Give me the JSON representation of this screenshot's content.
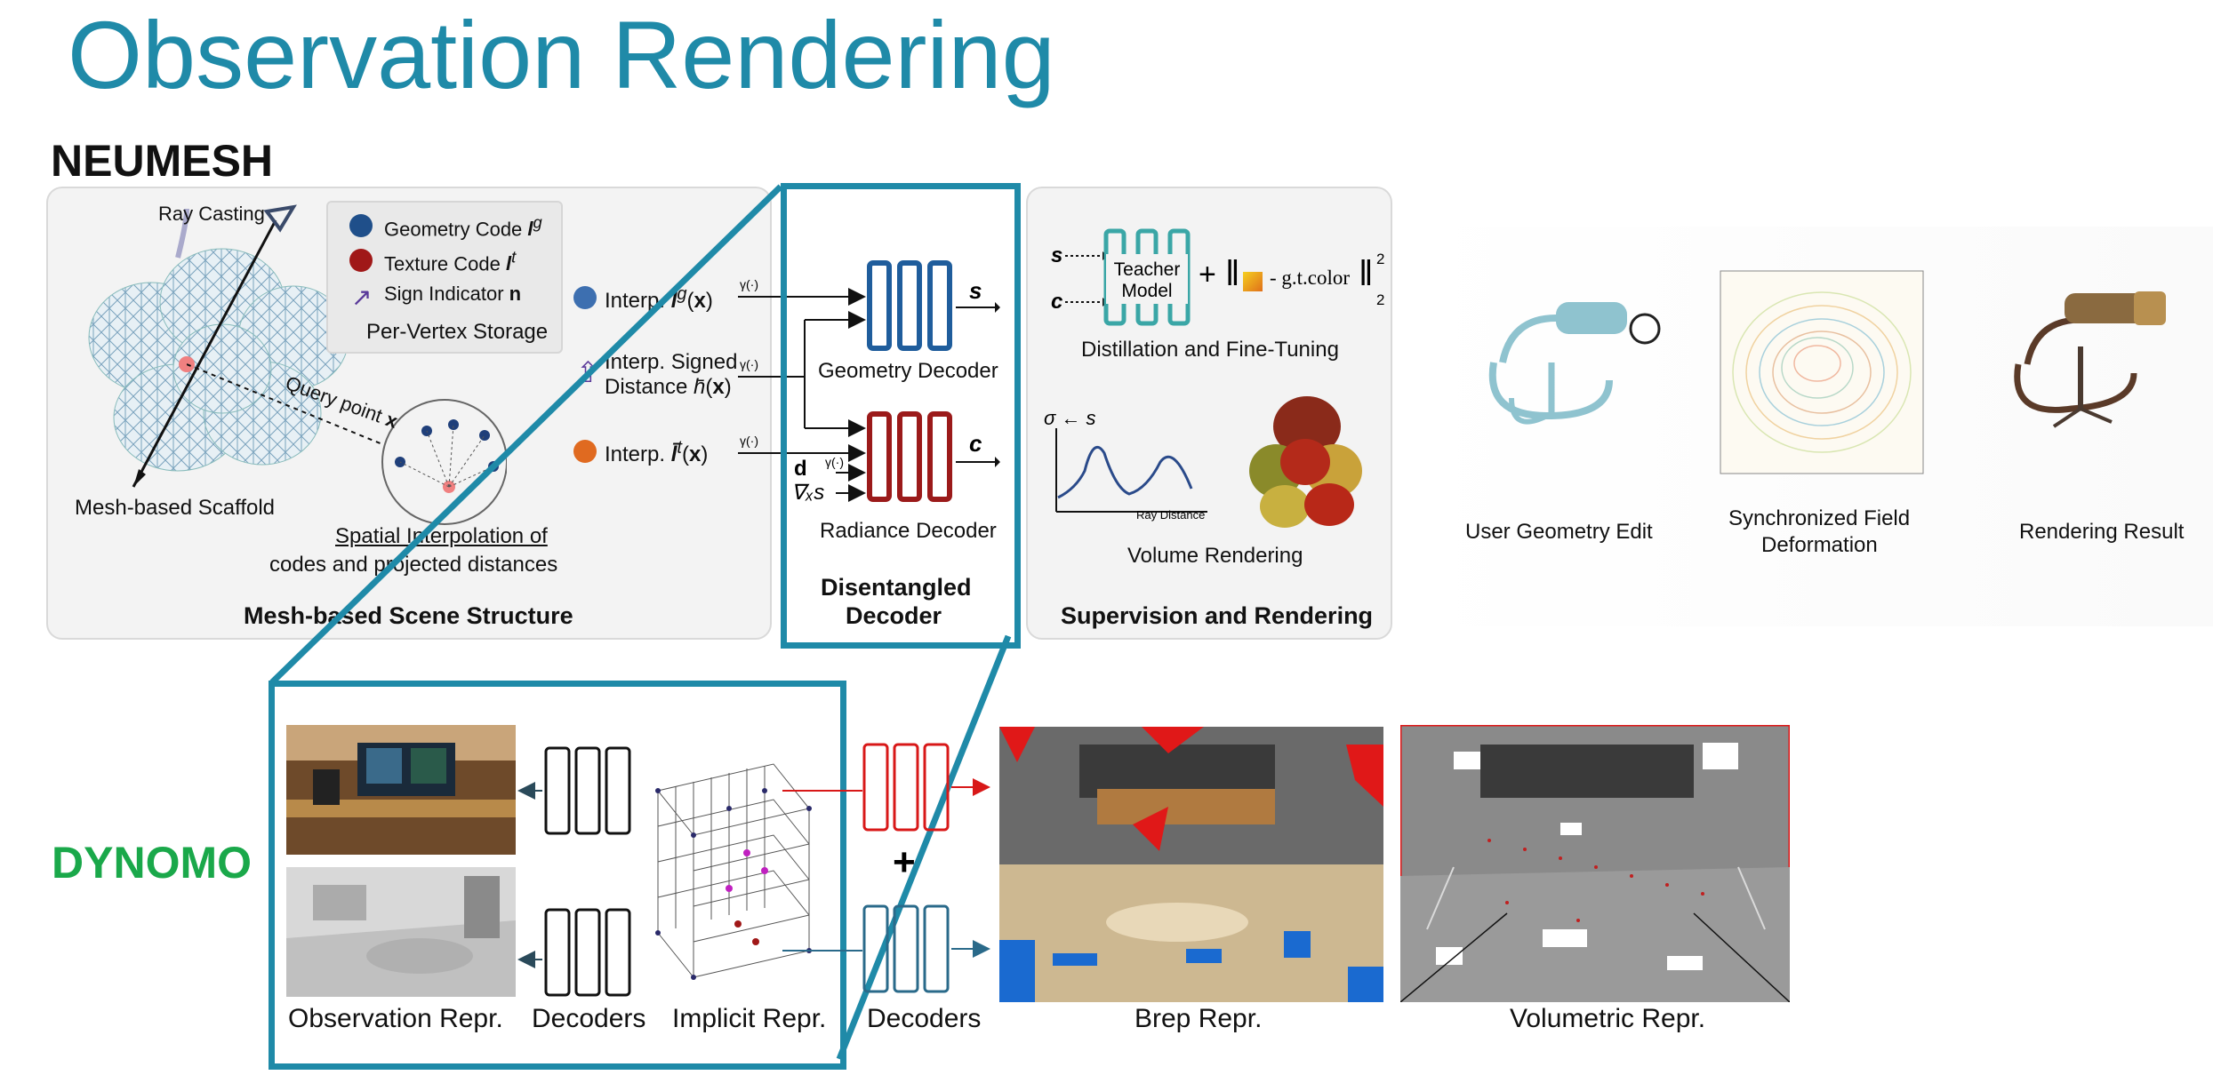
{
  "title": "Observation Rendering",
  "sections": {
    "neumesh": "NEUMESH",
    "dynomo": "DYNOMO"
  },
  "neumesh": {
    "ray_casting": "Ray Casting",
    "storage": {
      "geometry_code": "Geometry Code",
      "texture_code": "Texture Code",
      "sign_indicator": "Sign Indicator",
      "title": "Per-Vertex Storage"
    },
    "query_point": "Query point",
    "mesh_scaffold": "Mesh-based Scaffold",
    "spatial_interp_line1": "Spatial Interpolation of",
    "spatial_interp_line2": "codes and projected distances",
    "scene_structure": "Mesh-based Scene Structure",
    "interp_geo": "Interp.",
    "interp_signed_1": "Interp. Signed",
    "interp_signed_2": "Distance",
    "interp_tex": "Interp.",
    "gamma": "γ(·)",
    "geometry_decoder": "Geometry Decoder",
    "radiance_decoder": "Radiance Decoder",
    "disentangled_1": "Disentangled",
    "disentangled_2": "Decoder",
    "out_s": "s",
    "out_c": "c",
    "in_d": "d",
    "in_grad": "∇ₓs",
    "teacher_1": "Teacher",
    "teacher_2": "Model",
    "gt_color": "- g.t.color",
    "distill": "Distillation and Fine-Tuning",
    "sigma_s": "σ ← s",
    "ray_distance": "Ray Distance",
    "volume_rendering": "Volume Rendering",
    "supervision": "Supervision and Rendering",
    "results": {
      "user_edit": "User Geometry Edit",
      "sync_1": "Synchronized Field",
      "sync_2": "Deformation",
      "rendering_result": "Rendering Result"
    }
  },
  "dynomo": {
    "observation": "Observation Repr.",
    "decoders_left": "Decoders",
    "implicit": "Implicit Repr.",
    "decoders_right": "Decoders",
    "brep": "Brep Repr.",
    "volumetric": "Volumetric Repr.",
    "plus": "+"
  },
  "colors": {
    "accent": "#1f8aa8",
    "green": "#1aa84a",
    "geometry_blue": "#1f5d9c",
    "radiance_red": "#9b1a1a",
    "teacher_teal": "#3aa6a6"
  }
}
